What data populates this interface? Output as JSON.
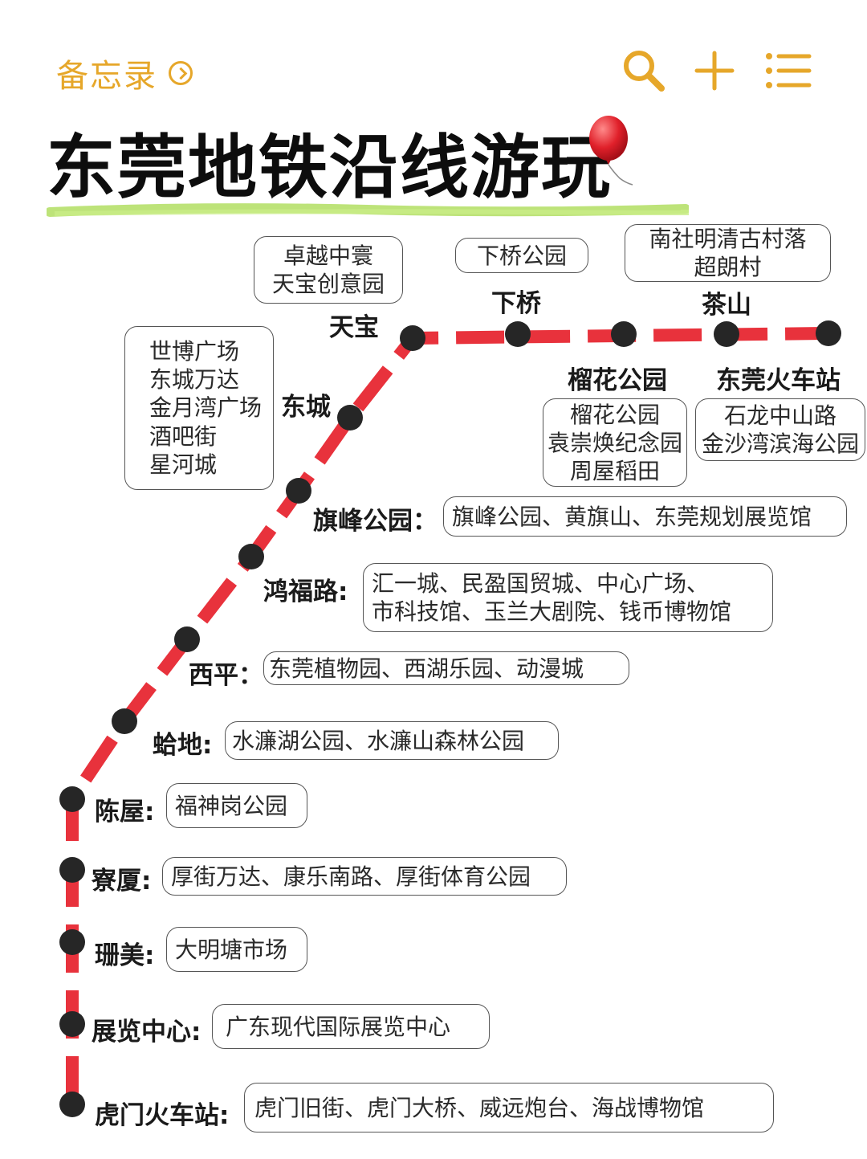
{
  "app": {
    "back_label": "备忘录",
    "accent_color": "#e6a72a",
    "icons": [
      "chevron-right-circle-icon",
      "search-icon",
      "plus-icon",
      "list-icon"
    ]
  },
  "note": {
    "title": "东莞地铁沿线游玩",
    "title_emoji": "balloon"
  },
  "metro": {
    "line_color": "#e8323c",
    "stations": {
      "tianbao": "天宝",
      "xiaqiao": "下桥",
      "liuhua": "榴花公园",
      "chashan": "茶山",
      "dongguan_station": "东莞火车站",
      "dongcheng": "东城",
      "qifeng": "旗峰公园：",
      "hongfu": "鸿福路:",
      "xiping": "西平：",
      "gedi": "蛤地:",
      "chenwu": "陈屋:",
      "liaoxia": "寮厦:",
      "shanmei": "珊美:",
      "zhanlan": "展览中心:",
      "humen": "虎门火车站:"
    },
    "attractions": {
      "tianbao": [
        "卓越中寰",
        "天宝创意园"
      ],
      "xiaqiao": [
        "下桥公园"
      ],
      "chashan": [
        "南社明清古村落",
        "超朗村"
      ],
      "liuhua": [
        "榴花公园",
        "袁崇焕纪念园",
        "周屋稻田"
      ],
      "dongguan_station": [
        "石龙中山路",
        "金沙湾滨海公园"
      ],
      "dongcheng": [
        "世博广场",
        "东城万达",
        "金月湾广场",
        "酒吧街",
        "星河城"
      ],
      "qifeng": [
        "旗峰公园、黄旗山、东莞规划展览馆"
      ],
      "hongfu": [
        "汇一城、民盈国贸城、中心广场、",
        "市科技馆、玉兰大剧院、钱币博物馆"
      ],
      "xiping": [
        "东莞植物园、西湖乐园、动漫城"
      ],
      "gedi": [
        "水濂湖公园、水濂山森林公园"
      ],
      "chenwu": [
        "福神岗公园"
      ],
      "liaoxia": [
        "厚街万达、康乐南路、厚街体育公园"
      ],
      "shanmei": [
        "大明塘市场"
      ],
      "zhanlan": [
        "广东现代国际展览中心"
      ],
      "humen": [
        "虎门旧街、虎门大桥、威远炮台、海战博物馆"
      ]
    }
  }
}
